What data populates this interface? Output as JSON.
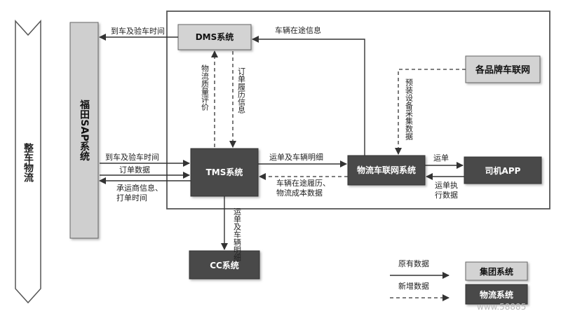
{
  "left_bar": {
    "label": "整车物流"
  },
  "nodes": {
    "sap": "福田SAP系统",
    "dms": "DMS系统",
    "tms": "TMS系统",
    "iov": "物流车联网系统",
    "brand_iov": "各品牌车联网",
    "driver_app": "司机APP",
    "cc": "CC系统"
  },
  "edges": {
    "dms_to_sap": "到车及验车时间",
    "iov_to_dms": "车辆在途信息",
    "tms_to_dms": "物流质量评价",
    "dms_to_tms": "订单履历信息",
    "brand_to_iov": "预装设备采集数据",
    "sap_to_tms_1": "到车及验车时间",
    "sap_to_tms_2": "订单数据",
    "tms_to_sap": "承运商信息、打单时间",
    "tms_to_iov": "运单及车辆明细",
    "iov_to_tms_1": "车辆在途履历、",
    "iov_to_tms_2": "物流成本数据",
    "iov_to_app": "运单",
    "app_to_iov": "运单执行数据",
    "tms_to_cc": "运单及车辆明细"
  },
  "legend": {
    "existing": "原有数据",
    "new": "新增数据",
    "group_system": "集团系统",
    "logistics_system": "物流系统"
  },
  "watermark": {
    "text": "www.58885"
  }
}
